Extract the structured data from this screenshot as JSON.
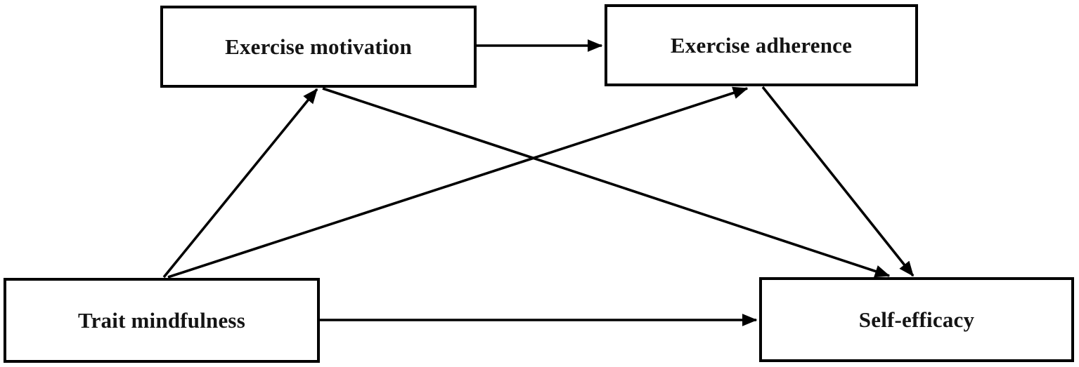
{
  "figure": {
    "background_color": "#ffffff",
    "line_color": "#000000",
    "box_border_color": "#000000",
    "text_color": "#141414",
    "nodes": [
      {
        "id": "exercise_motivation",
        "label": "Exercise motivation"
      },
      {
        "id": "exercise_adherence",
        "label": "Exercise adherence"
      },
      {
        "id": "trait_mindfulness",
        "label": "Trait mindfulness"
      },
      {
        "id": "self_efficacy",
        "label": "Self-efficacy"
      }
    ],
    "edges": [
      {
        "from": "exercise_motivation",
        "to": "exercise_adherence"
      },
      {
        "from": "trait_mindfulness",
        "to": "exercise_motivation"
      },
      {
        "from": "trait_mindfulness",
        "to": "exercise_adherence"
      },
      {
        "from": "exercise_motivation",
        "to": "self_efficacy"
      },
      {
        "from": "exercise_adherence",
        "to": "self_efficacy"
      },
      {
        "from": "trait_mindfulness",
        "to": "self_efficacy"
      }
    ]
  }
}
